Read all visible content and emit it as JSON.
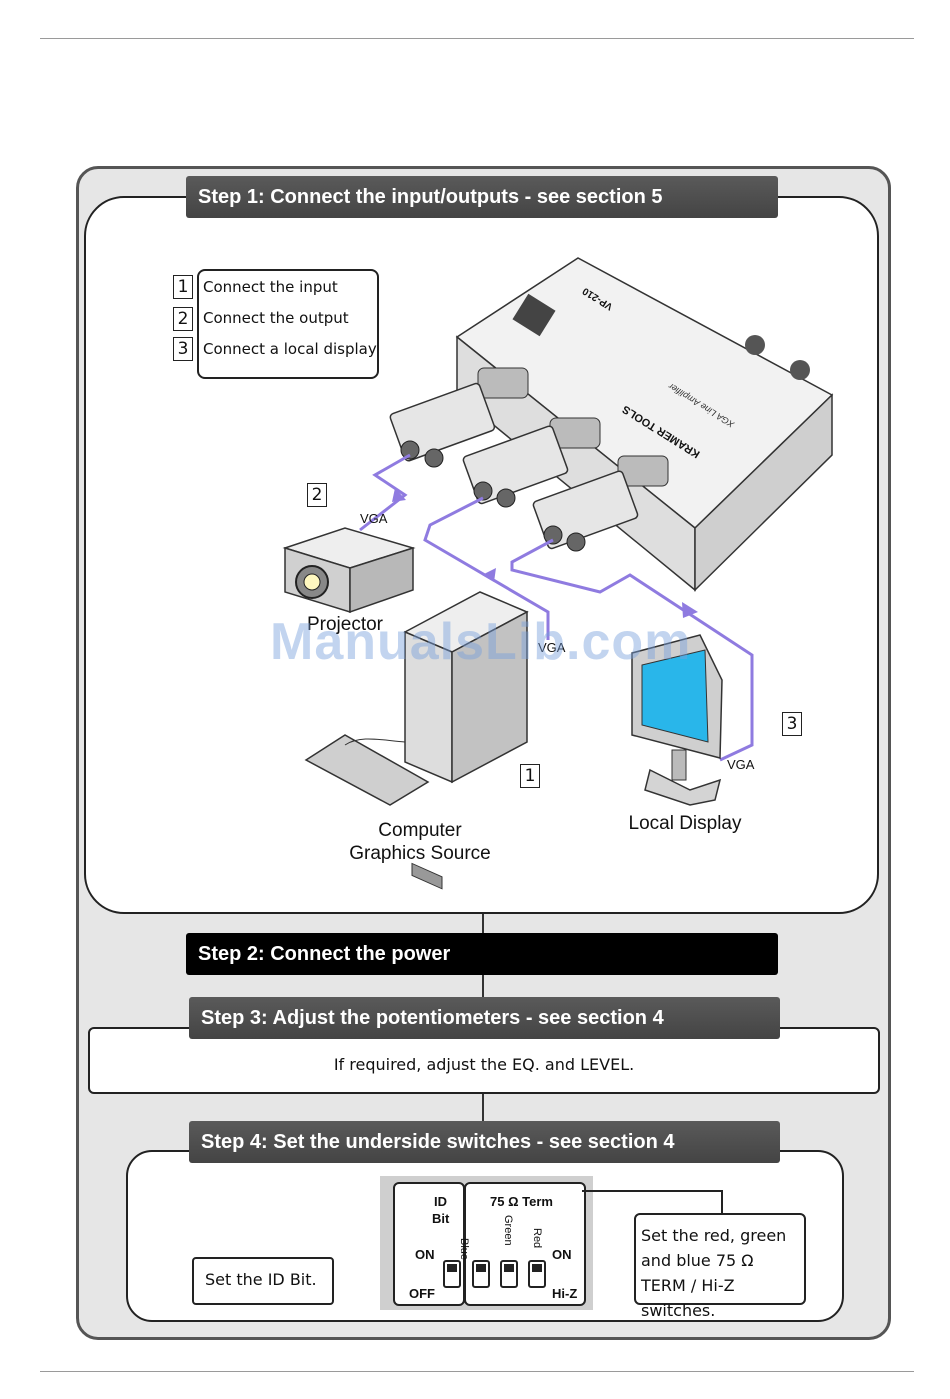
{
  "steps": {
    "step1": "Step 1: Connect the input/outputs - see section 5",
    "step2": "Step 2: Connect the power",
    "step3": "Step 3: Adjust the potentiometers  - see section 4",
    "step4": "Step 4: Set the underside switches  - see section 4"
  },
  "legend": [
    {
      "num": "1",
      "text": "Connect the input"
    },
    {
      "num": "2",
      "text": "Connect the output"
    },
    {
      "num": "3",
      "text": "Connect a local display"
    }
  ],
  "diagram": {
    "projector": "Projector",
    "computer_line1": "Computer",
    "computer_line2": "Graphics Source",
    "display": "Local Display",
    "vga": "VGA",
    "callout_1": "1",
    "callout_2": "2",
    "callout_3": "3",
    "device_brand": "KRAMER TOOLS",
    "device_model": "VP-210",
    "device_desc": "XGA Line Amplifier",
    "watermark": "ManualsLib.com",
    "cable_color": "#8f7be0"
  },
  "step3_text": "If required, adjust the EQ. and LEVEL.",
  "switches": {
    "id_label_1": "ID",
    "id_label_2": "Bit",
    "term_label": "75 Ω Term",
    "blue": "Blue",
    "green": "Green",
    "red": "Red",
    "on_left": "ON",
    "off": "OFF",
    "on_right": "ON",
    "hiz": "Hi-Z",
    "note_left": "Set the ID Bit.",
    "note_right": "Set the red, green and blue 75 Ω TERM / Hi-Z switches."
  }
}
